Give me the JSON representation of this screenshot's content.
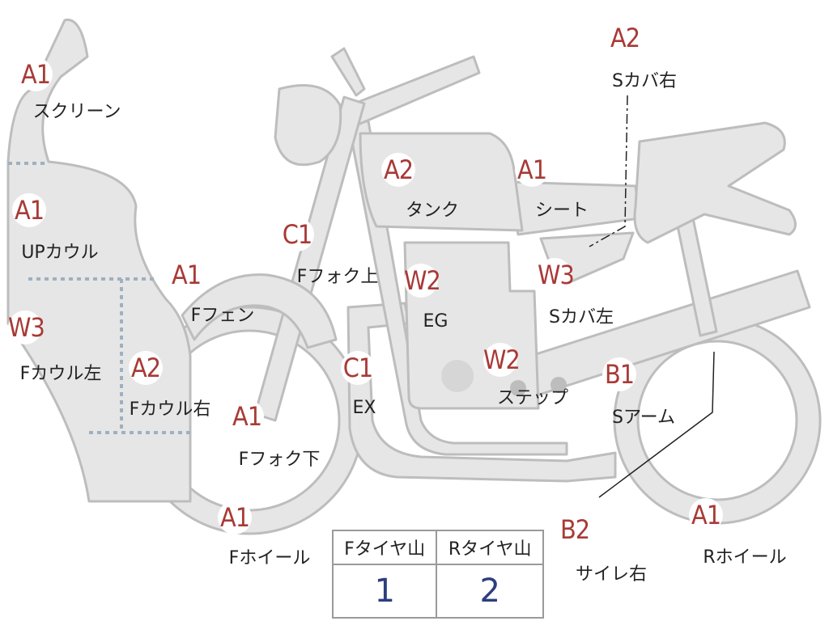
{
  "colors": {
    "body_fill": "#e6e6e6",
    "body_stroke": "#bdbdbd",
    "grade_text": "#a83a36",
    "value_text": "#2c3e7d"
  },
  "parts": [
    {
      "grade": "A1",
      "name": "スクリーン"
    },
    {
      "grade": "A1",
      "name": "UPカウル"
    },
    {
      "grade": "W3",
      "name": "Fカウル左"
    },
    {
      "grade": "A2",
      "name": "Fカウル右"
    },
    {
      "grade": "A1",
      "name": "Fフェン"
    },
    {
      "grade": "A1",
      "name": "Fフォク下"
    },
    {
      "grade": "A1",
      "name": "Fホイール"
    },
    {
      "grade": "C1",
      "name": "Fフォク上"
    },
    {
      "grade": "C1",
      "name": "EX"
    },
    {
      "grade": "W2",
      "name": "EG"
    },
    {
      "grade": "A2",
      "name": "タンク"
    },
    {
      "grade": "W2",
      "name": "ステップ"
    },
    {
      "grade": "A1",
      "name": "シート"
    },
    {
      "grade": "W3",
      "name": "Sカバ左"
    },
    {
      "grade": "A2",
      "name": "Sカバ右"
    },
    {
      "grade": "B1",
      "name": "Sアーム"
    },
    {
      "grade": "B2",
      "name": "サイレ右"
    },
    {
      "grade": "A1",
      "name": "Rホイール"
    }
  ],
  "tire_table": {
    "headers": [
      "Fタイヤ山",
      "Rタイヤ山"
    ],
    "values": [
      "1",
      "2"
    ]
  }
}
